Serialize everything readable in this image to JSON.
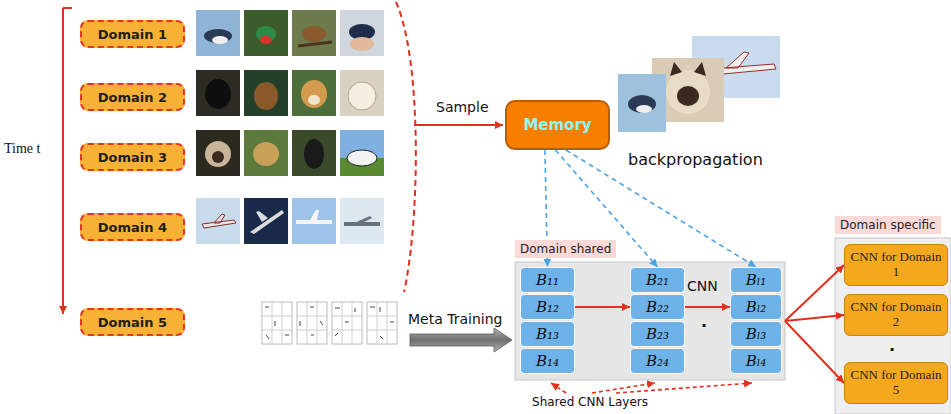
{
  "diagram": {
    "nodes": [
      {
        "text": [
          "Domain 1"
        ]
      },
      {
        "text": [
          "Domain 2"
        ]
      },
      {
        "text": [
          "Domain 3"
        ]
      },
      {
        "text": [
          "Domain 4"
        ]
      },
      {
        "text": [
          "Domain 5"
        ]
      },
      {
        "text": [
          "Memory"
        ]
      },
      {
        "text": [
          "Domain shared",
          "CNN",
          "."
        ]
      },
      {
        "text": [
          "B₁₁"
        ],
        "in": 6
      },
      {
        "text": [
          "B₁₂"
        ],
        "in": 6
      },
      {
        "text": [
          "B₁₃"
        ],
        "in": 6
      },
      {
        "text": [
          "B₁₄"
        ],
        "in": 6
      },
      {
        "text": [
          "B₂₁"
        ],
        "in": 6
      },
      {
        "text": [
          "B₂₂"
        ],
        "in": 6
      },
      {
        "text": [
          "B₂₃"
        ],
        "in": 6
      },
      {
        "text": [
          "B₂₄"
        ],
        "in": 6
      },
      {
        "text": [
          "Bₗ₁"
        ],
        "in": 6
      },
      {
        "text": [
          "Bₗ₂"
        ],
        "in": 6
      },
      {
        "text": [
          "Bₗ₃"
        ],
        "in": 6
      },
      {
        "text": [
          "Bₗ₄"
        ],
        "in": 6
      },
      {
        "text": [
          "Domain specific",
          "."
        ]
      },
      {
        "text": [
          "CNN for Domain 1"
        ],
        "in": 19
      },
      {
        "text": [
          "CNN for Domain 2"
        ],
        "in": 19
      },
      {
        "text": [
          "CNN for Domain 5"
        ],
        "in": 19
      }
    ],
    "edges": [
      {
        "from": 5,
        "to": 7,
        "arrow": "to"
      },
      {
        "from": 5,
        "to": 11,
        "arrow": "to"
      },
      {
        "from": 5,
        "to": 15,
        "arrow": "to"
      },
      {
        "from": 8,
        "to": 12,
        "arrow": "to"
      },
      {
        "from": 12,
        "to": 16,
        "arrow": "to"
      },
      {
        "from": 6,
        "to": 20,
        "arrow": "to"
      },
      {
        "from": 6,
        "to": 21,
        "arrow": "to"
      },
      {
        "from": 6,
        "to": 22,
        "arrow": "to"
      }
    ],
    "labels": [
      "Time t",
      "Sample",
      "backpropagation",
      "Meta Training",
      "Shared CNN Layers"
    ]
  }
}
